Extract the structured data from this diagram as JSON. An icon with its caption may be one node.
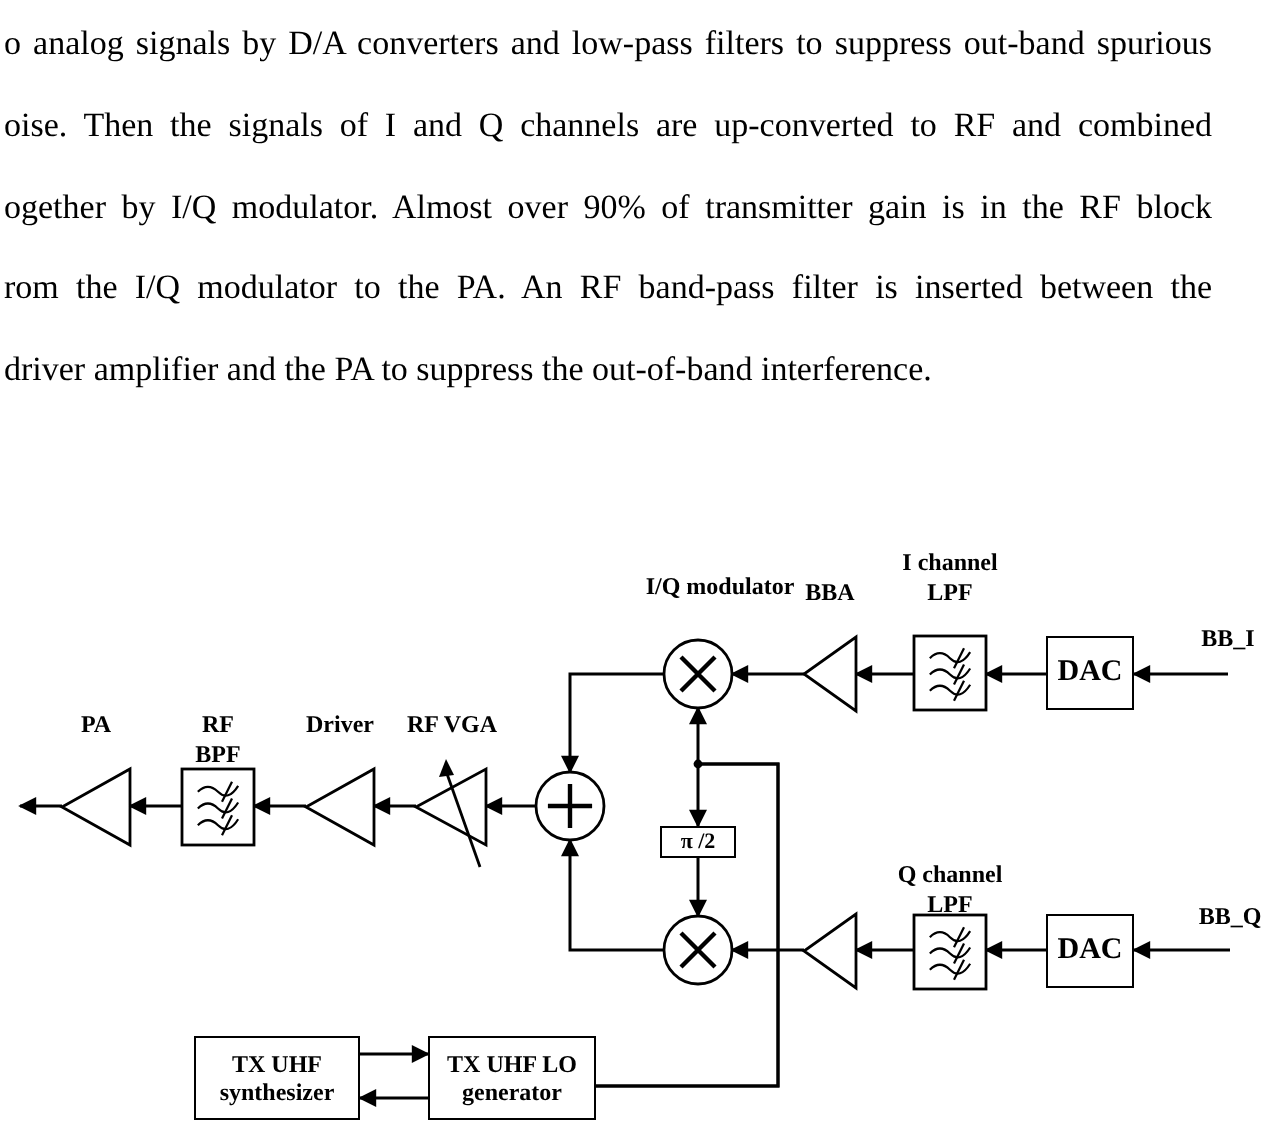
{
  "diagram": {
    "nodes": [
      {
        "text": [
          "PA"
        ]
      },
      {
        "text": [
          "RF BPF"
        ]
      },
      {
        "text": [
          "Driver"
        ]
      },
      {
        "text": [
          "RF VGA"
        ]
      },
      {
        "text": [],
        "shape": "circle"
      },
      {
        "text": [],
        "shape": "circle"
      },
      {
        "text": [],
        "shape": "circle"
      },
      {
        "text": [
          "π /2"
        ]
      },
      {
        "text": [
          "BBA"
        ]
      },
      {
        "text": [],
        "shape": "triangle"
      },
      {
        "text": [
          "I channel LPF"
        ]
      },
      {
        "text": [
          "Q channel LPF"
        ]
      },
      {
        "text": [
          "DAC"
        ]
      },
      {
        "text": [
          "DAC"
        ]
      },
      {
        "text": [
          "BB_I"
        ]
      },
      {
        "text": [
          "BB_Q"
        ]
      },
      {
        "text": [
          "TX UHF synthesizer"
        ]
      },
      {
        "text": [
          "TX UHF LO generator"
        ]
      }
    ],
    "edges": [
      {
        "from": 14,
        "to": 12,
        "arrow": "to"
      },
      {
        "from": 12,
        "to": 10,
        "arrow": "to"
      },
      {
        "from": 10,
        "to": 8,
        "arrow": "to"
      },
      {
        "from": 8,
        "to": 5,
        "arrow": "to"
      },
      {
        "from": 15,
        "to": 13,
        "arrow": "to"
      },
      {
        "from": 13,
        "to": 11,
        "arrow": "to"
      },
      {
        "from": 11,
        "to": 9,
        "arrow": "to"
      },
      {
        "from": 9,
        "to": 6,
        "arrow": "to"
      },
      {
        "from": 5,
        "to": 4,
        "arrow": "to"
      },
      {
        "from": 6,
        "to": 4,
        "arrow": "to"
      },
      {
        "from": 4,
        "to": 3,
        "arrow": "to"
      },
      {
        "from": 3,
        "to": 2,
        "arrow": "to"
      },
      {
        "from": 2,
        "to": 1,
        "arrow": "to"
      },
      {
        "from": 1,
        "to": 0,
        "arrow": "to"
      },
      {
        "from": 0,
        "to": null,
        "arrow": "to"
      },
      {
        "from": 17,
        "to": 5,
        "arrow": "to"
      },
      {
        "from": 17,
        "to": 7,
        "arrow": "to"
      },
      {
        "from": 7,
        "to": 6,
        "arrow": "to"
      },
      {
        "from": 16,
        "to": 17,
        "arrow": "to"
      },
      {
        "from": 17,
        "to": 16,
        "arrow": "to"
      }
    ],
    "labels": [
      "o analog signals by D/A converters and low-pass filters to suppress out-band spurious",
      "oise. Then the signals of I and Q channels are up-converted to RF and combined",
      "ogether by I/Q modulator. Almost over 90% of transmitter gain is in the RF block",
      "rom the I/Q modulator to the PA. An RF band-pass filter is inserted between the",
      "driver amplifier and the PA to suppress the out-of-band interference.",
      "I/Q modulator"
    ]
  }
}
